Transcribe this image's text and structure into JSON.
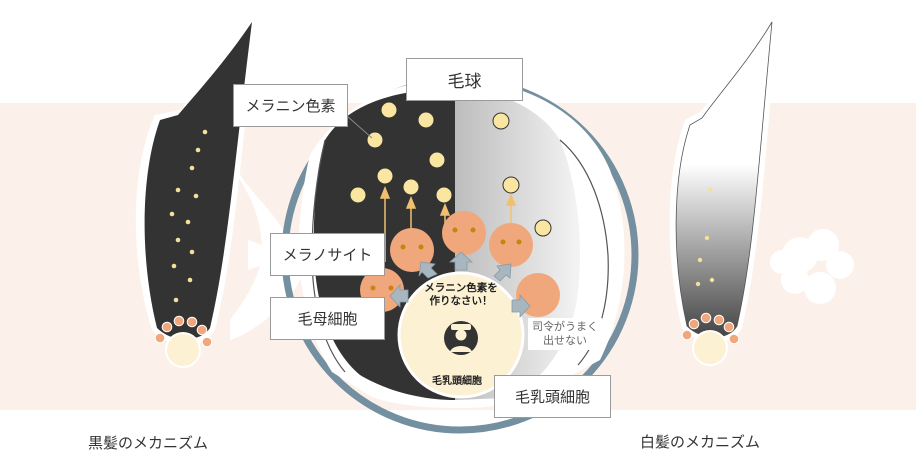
{
  "labels": {
    "bulb": "毛球",
    "melanin": "メラニン色素",
    "melanocyte": "メラノサイト",
    "matrix_cell": "毛母細胞",
    "papilla": "毛乳頭細胞"
  },
  "bubble": {
    "line1": "メラニン色素を",
    "line2": "作りなさい！"
  },
  "papilla_inner_label": "毛乳頭細胞",
  "note": {
    "line1": "司令がうまく",
    "line2": "出せない"
  },
  "captions": {
    "black_hair": "黒髪のメカニズム",
    "white_hair": "白髪のメカニズム"
  },
  "colors": {
    "skin": "#fbf1ea",
    "hair_dark": "#333333",
    "pigment": "#fae6a0",
    "cell": "#f0a77c",
    "papilla": "#fdf1d4",
    "ring": "#738fa0",
    "arrow": "#f0c06e"
  },
  "icons": [
    "commander-icon",
    "arrow-icon"
  ]
}
